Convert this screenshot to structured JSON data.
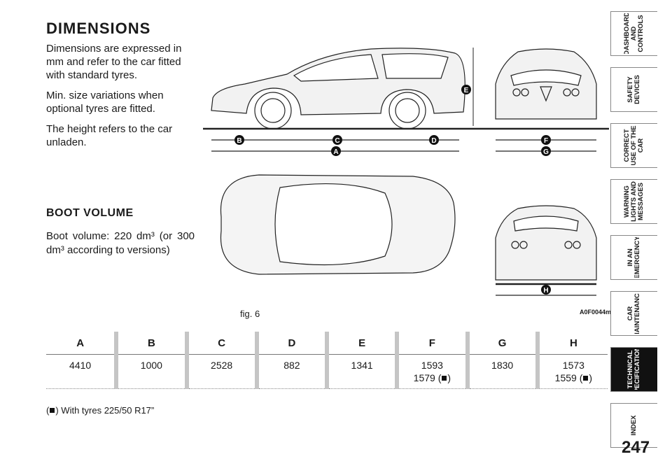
{
  "heading": "DIMENSIONS",
  "intro": [
    "Dimensions are expressed in mm and refer to the car fitted with standard tyres.",
    "Min. size variations when optional tyres are fitted.",
    "The height refers to the car unladen."
  ],
  "boot": {
    "title": "BOOT VOLUME",
    "text": "Boot volume: 220 dm³ (or 300 dm³ according to versions)"
  },
  "figure": {
    "caption": "fig. 6",
    "code": "A0F0044m",
    "markers": [
      "A",
      "B",
      "C",
      "D",
      "E",
      "F",
      "G",
      "H"
    ]
  },
  "table": {
    "headers": [
      "A",
      "B",
      "C",
      "D",
      "E",
      "F",
      "G",
      "H"
    ],
    "values": [
      "4410",
      "1000",
      "2528",
      "882",
      "1341",
      "1593",
      "1830",
      "1573"
    ],
    "alt_values": [
      "",
      "",
      "",
      "",
      "",
      "1579",
      "",
      "1559"
    ]
  },
  "footnote": "With tyres 225/50 R17”",
  "sidebar": [
    "DASHBOARD AND CONTROLS",
    "SAFETY DEVICES",
    "CORRECT USE OF THE CAR",
    "WARNING LIGHTS AND MESSAGES",
    "IN AN EMERGENCY",
    "CAR MAINTENANCE",
    "TECHNICAL SPECIFICATIONS",
    "INDEX"
  ],
  "page_number": "247"
}
